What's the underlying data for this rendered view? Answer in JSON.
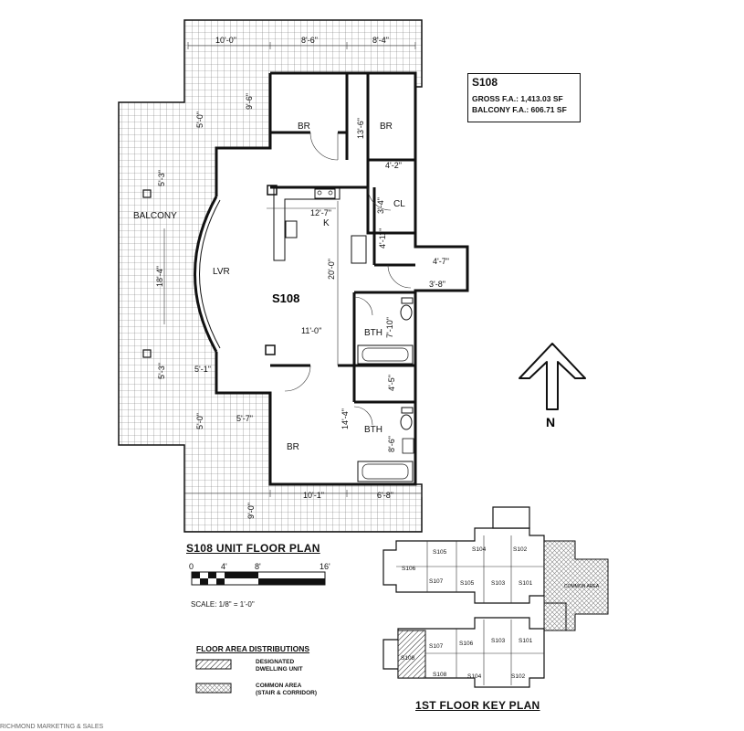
{
  "unit": {
    "name": "S108",
    "gross_fa": "GROSS F.A.: 1,413.03 SF",
    "balcony_fa": "BALCONY F.A.: 606.71 SF"
  },
  "rooms": {
    "br_top_left": "BR",
    "br_top_right": "BR",
    "br_bottom": "BR",
    "lvr": "LVR",
    "kitchen": "K",
    "closet": "CL",
    "bath_1": "BTH",
    "bath_2": "BTH",
    "balcony": "BALCONY",
    "center_label": "S108"
  },
  "dimensions": {
    "top_1": "10'-0\"",
    "top_2": "8'-6\"",
    "top_3": "8'-4\"",
    "left_9_6": "9'-6\"",
    "br_13_6": "13'-6\"",
    "bal_5_0_top": "5'-0\"",
    "bal_5_3_top": "5'-3\"",
    "closet_4_2": "4'-2\"",
    "closet_3_4": "3'-4\"",
    "kitchen_12_7": "12'-7\"",
    "lvr_20_0": "20'-0\"",
    "bal_18_4": "18'-4\"",
    "hall_4_11": "4'-11\"",
    "hall_4_7": "4'-7\"",
    "hall_3_8": "3'-8\"",
    "bath_7_10": "7'-10\"",
    "lvr_11_0": "11'-0\"",
    "bal_5_3_bot": "5'-3\"",
    "bal_5_1": "5'-1\"",
    "bath_4_5": "4'-5\"",
    "bal_5_0_bot": "5'-0\"",
    "br_5_7": "5'-7\"",
    "br_14_4": "14'-4\"",
    "bath_8_6": "8'-6\"",
    "bot_10_1": "10'-1\"",
    "bot_6_8": "6'-8\"",
    "bot_9_0": "9'-0\""
  },
  "north_label": "N",
  "plan_title": "S108  UNIT FLOOR PLAN",
  "scale": {
    "ticks": [
      "0",
      "4'",
      "8'",
      "16'"
    ],
    "note": "SCALE: 1/8\" = 1'-0\""
  },
  "legend": {
    "title": "FLOOR AREA DISTRIBUTIONS",
    "item1_line1": "DESIGNATED",
    "item1_line2": "DWELLING UNIT",
    "item2_line1": "COMMON AREA",
    "item2_line2": "(STAIR & CORRIDOR)"
  },
  "key_plan": {
    "title": "1ST FLOOR KEY PLAN",
    "common_label": "COMMON AREA",
    "upper_units": [
      "S105",
      "S104",
      "S102",
      "S106",
      "S107",
      "S105",
      "S103",
      "S101"
    ],
    "lower_units": [
      "S107",
      "S106",
      "S103",
      "S101",
      "S108",
      "S108",
      "S104",
      "S102"
    ]
  },
  "footer_text": "RICHMOND MARKETING & SALES"
}
